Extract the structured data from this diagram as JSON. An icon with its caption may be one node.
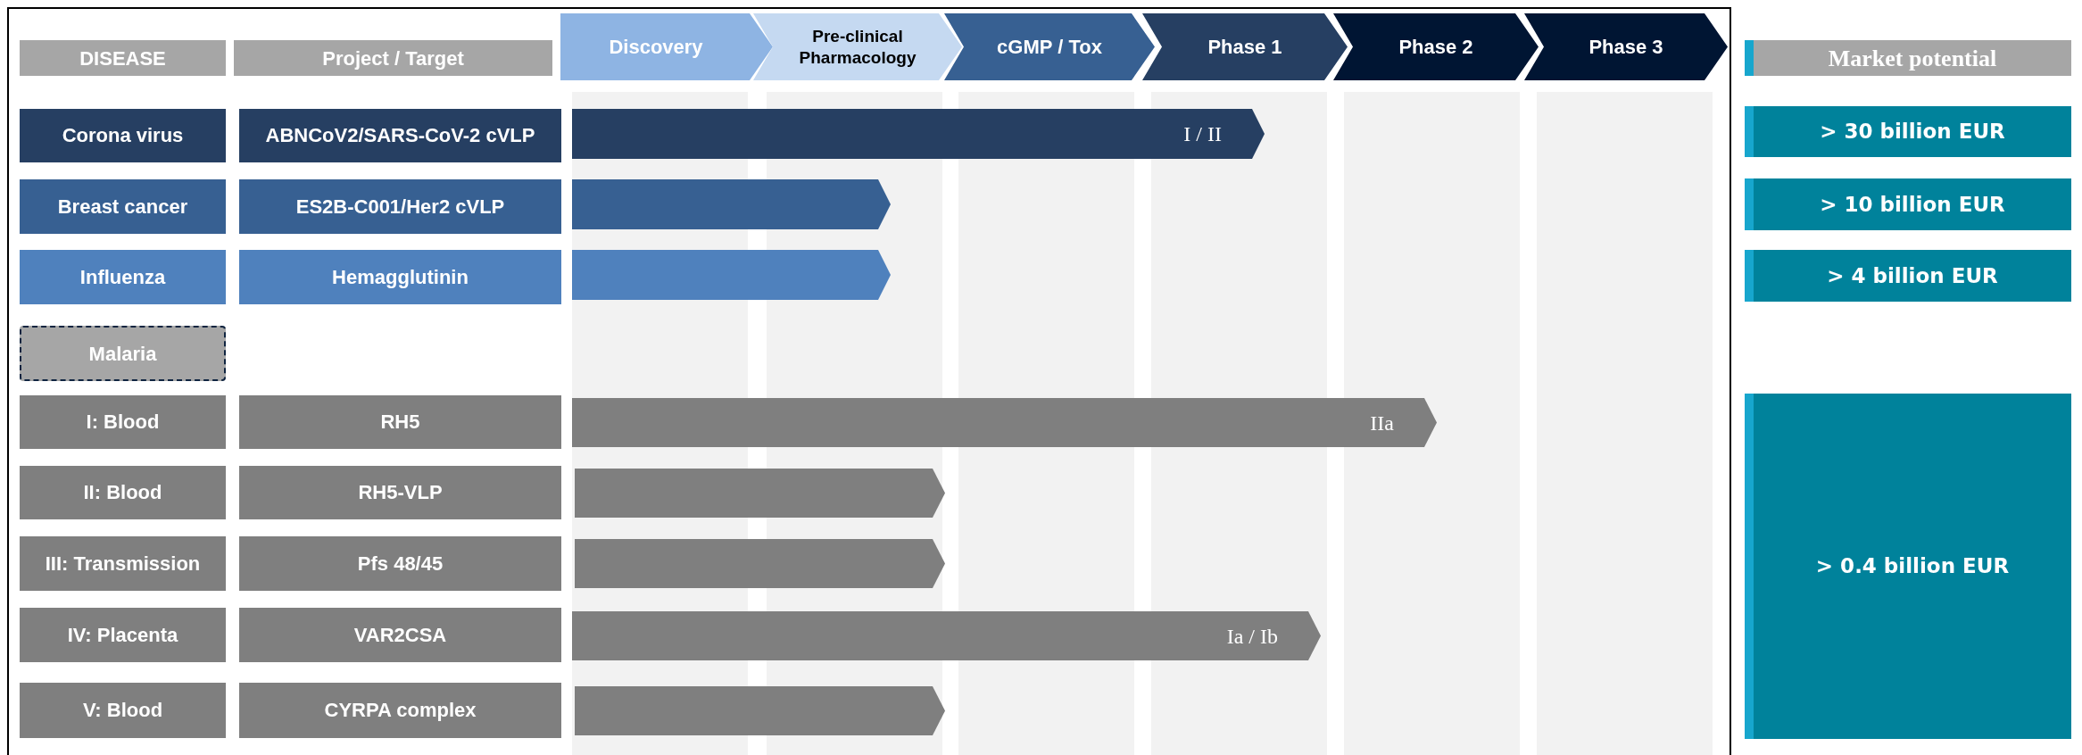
{
  "diagram": {
    "nodes": [
      {
        "text": [
          "DISEASE"
        ]
      },
      {
        "text": [
          "Project / Target"
        ]
      },
      {
        "text": [
          "Discovery"
        ]
      },
      {
        "text": [
          "Pre-clinical Pharmacology"
        ]
      },
      {
        "text": [
          "cGMP / Tox"
        ]
      },
      {
        "text": [
          "Phase 1"
        ]
      },
      {
        "text": [
          "Phase 2"
        ]
      },
      {
        "text": [
          "Phase 3"
        ]
      },
      {
        "text": [
          "Market potential"
        ]
      },
      {
        "text": [],
        "shape": "band"
      },
      {
        "text": [
          "Corona virus"
        ]
      },
      {
        "text": [
          "ABNCoV2/SARS-CoV-2 cVLP"
        ]
      },
      {
        "text": [
          "I / II"
        ],
        "in": 9
      },
      {
        "text": [
          "> 30 billion EUR"
        ]
      },
      {
        "text": [
          "Breast cancer"
        ]
      },
      {
        "text": [
          "ES2B-C001/Her2 cVLP"
        ]
      },
      {
        "text": [],
        "shape": "bar",
        "in": 9
      },
      {
        "text": [
          "> 10 billion EUR"
        ]
      },
      {
        "text": [
          "Influenza"
        ]
      },
      {
        "text": [
          "Hemagglutinin"
        ]
      },
      {
        "text": [],
        "shape": "bar",
        "in": 9
      },
      {
        "text": [
          "> 4 billion EUR"
        ]
      },
      {
        "text": [
          "Malaria"
        ]
      },
      {
        "text": [
          "I: Blood"
        ]
      },
      {
        "text": [
          "RH5"
        ]
      },
      {
        "text": [
          "IIa"
        ],
        "in": 9
      },
      {
        "text": [
          "II: Blood"
        ]
      },
      {
        "text": [
          "RH5-VLP"
        ]
      },
      {
        "text": [],
        "shape": "bar",
        "in": 9
      },
      {
        "text": [
          "III: Transmission"
        ]
      },
      {
        "text": [
          "Pfs 48/45"
        ]
      },
      {
        "text": [],
        "shape": "bar",
        "in": 9
      },
      {
        "text": [
          "IV: Placenta"
        ]
      },
      {
        "text": [
          "VAR2CSA"
        ]
      },
      {
        "text": [
          "Ia / Ib"
        ],
        "in": 9
      },
      {
        "text": [
          "V: Blood"
        ]
      },
      {
        "text": [
          "CYRPA complex"
        ]
      },
      {
        "text": [],
        "shape": "bar",
        "in": 9
      },
      {
        "text": [
          "> 0.4 billion EUR"
        ]
      }
    ]
  }
}
